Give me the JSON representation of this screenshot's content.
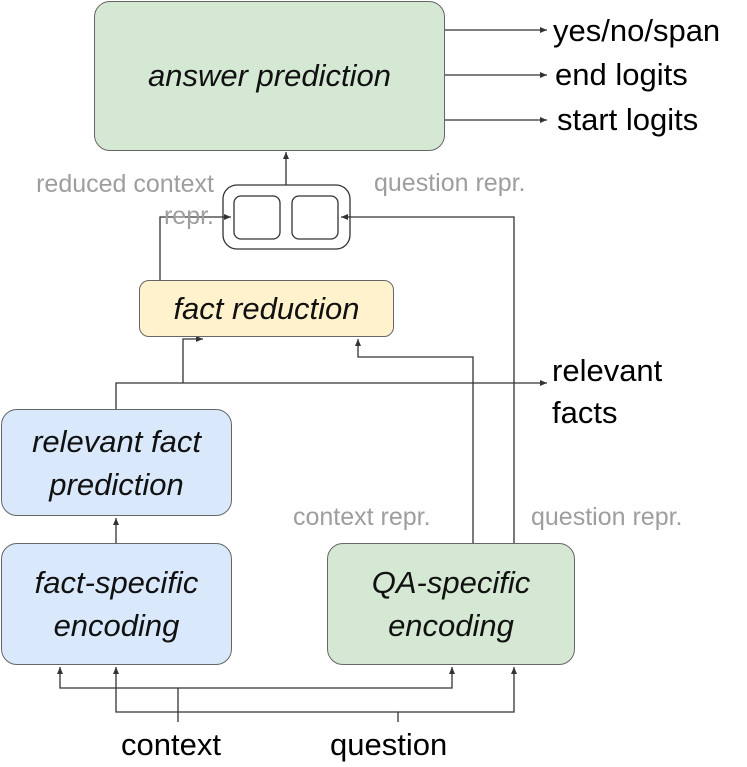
{
  "boxes": {
    "answer_prediction": "answer prediction",
    "fact_reduction": "fact reduction",
    "relevant_fact_prediction": "relevant fact\nprediction",
    "fact_specific_encoding": "fact-specific\nencoding",
    "qa_specific_encoding": "QA-specific\nencoding"
  },
  "outputs": {
    "yes_no_span": "yes/no/span",
    "end_logits": "end logits",
    "start_logits": "start logits",
    "relevant_facts": "relevant\nfacts"
  },
  "edge_labels": {
    "reduced_context_repr": "reduced context\nrepr.",
    "question_repr_top": "question repr.",
    "context_repr": "context repr.",
    "question_repr_bottom": "question repr."
  },
  "inputs": {
    "context": "context",
    "question": "question"
  }
}
